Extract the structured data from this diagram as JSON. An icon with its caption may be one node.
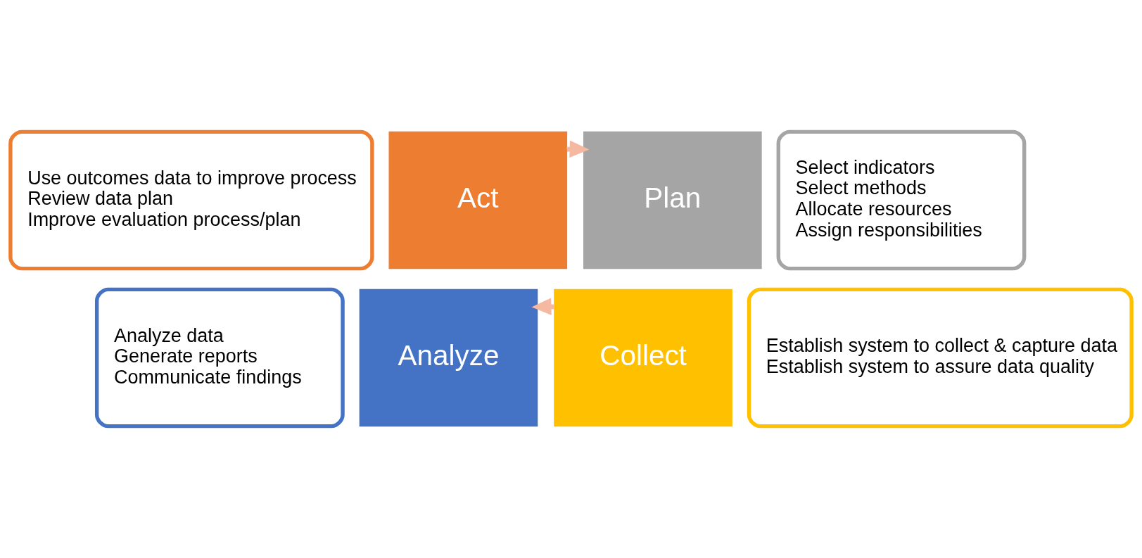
{
  "diagram": {
    "nodes": [
      {
        "text": [
          "Use outcomes data to improve process",
          "Review data plan",
          "Improve evaluation process/plan"
        ]
      },
      {
        "text": [
          "Select indicators",
          "Select methods",
          "Allocate resources",
          "Assign responsibilities"
        ]
      },
      {
        "text": [
          "Act"
        ]
      },
      {
        "text": [
          "Plan"
        ]
      },
      {
        "text": [
          "Analyze"
        ]
      },
      {
        "text": [
          "Collect"
        ]
      },
      {
        "text": [
          "Analyze data",
          "Generate reports",
          "Communicate findings"
        ]
      },
      {
        "text": [
          "Establish system to collect & capture data",
          "Establish system to assure data quality"
        ]
      }
    ],
    "edges": [
      {
        "from": 2,
        "to": 3,
        "arrow": "to"
      },
      {
        "from": 5,
        "to": 4,
        "arrow": "to"
      }
    ]
  }
}
